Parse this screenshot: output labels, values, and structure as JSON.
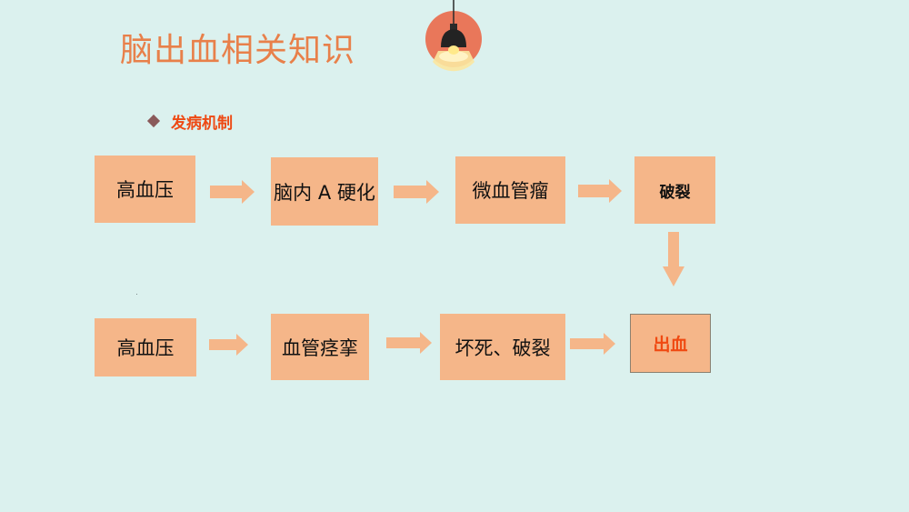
{
  "title": "脑出血相关知识",
  "subtitle": "发病机制",
  "row1": [
    "高血压",
    "脑内 A 硬化",
    "微血管瘤",
    "破裂"
  ],
  "row2": [
    "高血压",
    "血管痉挛",
    "坏死、破裂",
    "出血"
  ],
  "colors": {
    "background": "#dbf1ee",
    "box_fill": "#f5b689",
    "title": "#e8804a",
    "subtitle": "#ee4a14",
    "outcome_text": "#f04a12",
    "arrow": "#f5b689",
    "lamp_circle": "#e9775a"
  },
  "icons": {
    "lamp": "pendant-lamp-icon",
    "bullet": "diamond-bullet-icon"
  }
}
